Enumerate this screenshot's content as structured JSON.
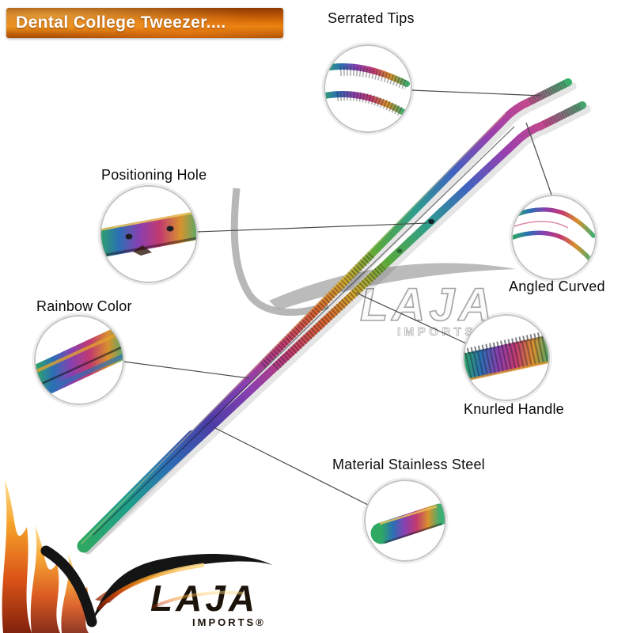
{
  "banner": {
    "title": "Dental College Tweezer...."
  },
  "callouts": {
    "serrated_tips": {
      "label": "Serrated Tips"
    },
    "positioning_hole": {
      "label": "Positioning Hole"
    },
    "rainbow_color": {
      "label": "Rainbow Color"
    },
    "angled_curved": {
      "label": "Angled Curved"
    },
    "knurled_handle": {
      "label": "Knurled Handle"
    },
    "material": {
      "label": "Material Stainless Steel"
    }
  },
  "watermark": {
    "brand": "LAJA",
    "subtitle": "IMPORTS®"
  },
  "footer_logo": {
    "brand": "LAJA",
    "subtitle": "IMPORTS®"
  },
  "colors": {
    "banner_orange": "#d96a08",
    "flame_orange": "#f59b1e",
    "watermark_gray": "#a8a8a8",
    "rainbow_finish": [
      "#2fa864",
      "#2b6fb4",
      "#8a3fb0",
      "#c23a6f",
      "#d8912e"
    ]
  }
}
